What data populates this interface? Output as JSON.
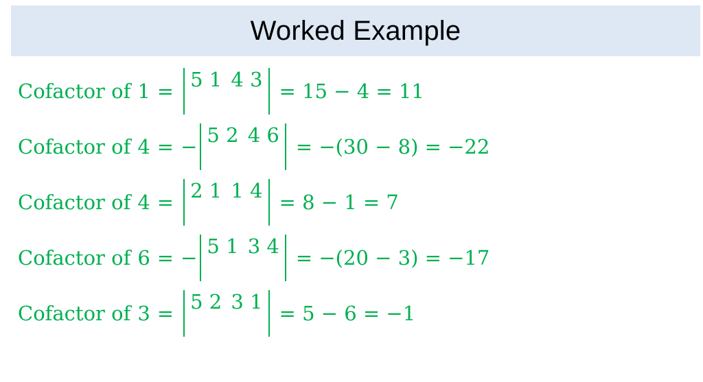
{
  "title": "Worked Example",
  "accent_color": "#00b050",
  "rows": [
    {
      "label": "Cofactor of",
      "num": "1",
      "eq": "=",
      "sign": "",
      "m": [
        "5",
        "1",
        "4",
        "3"
      ],
      "rhs": "= 15 − 4 = 11"
    },
    {
      "label": "Cofactor of",
      "num": "4",
      "eq": "=",
      "sign": "−",
      "m": [
        "5",
        "2",
        "4",
        "6"
      ],
      "rhs": "= −(30 − 8) = −22"
    },
    {
      "label": "Cofactor of",
      "num": "4",
      "eq": "=",
      "sign": "",
      "m": [
        "2",
        "1",
        "1",
        "4"
      ],
      "rhs": "= 8 − 1 = 7"
    },
    {
      "label": "Cofactor of",
      "num": "6",
      "eq": "=",
      "sign": "−",
      "m": [
        "5",
        "1",
        "3",
        "4"
      ],
      "rhs": "= −(20 − 3) = −17"
    },
    {
      "label": "Cofactor of",
      "num": "3",
      "eq": "=",
      "sign": "",
      "m": [
        "5",
        "2",
        "3",
        "1"
      ],
      "rhs": "= 5 − 6 = −1"
    }
  ]
}
